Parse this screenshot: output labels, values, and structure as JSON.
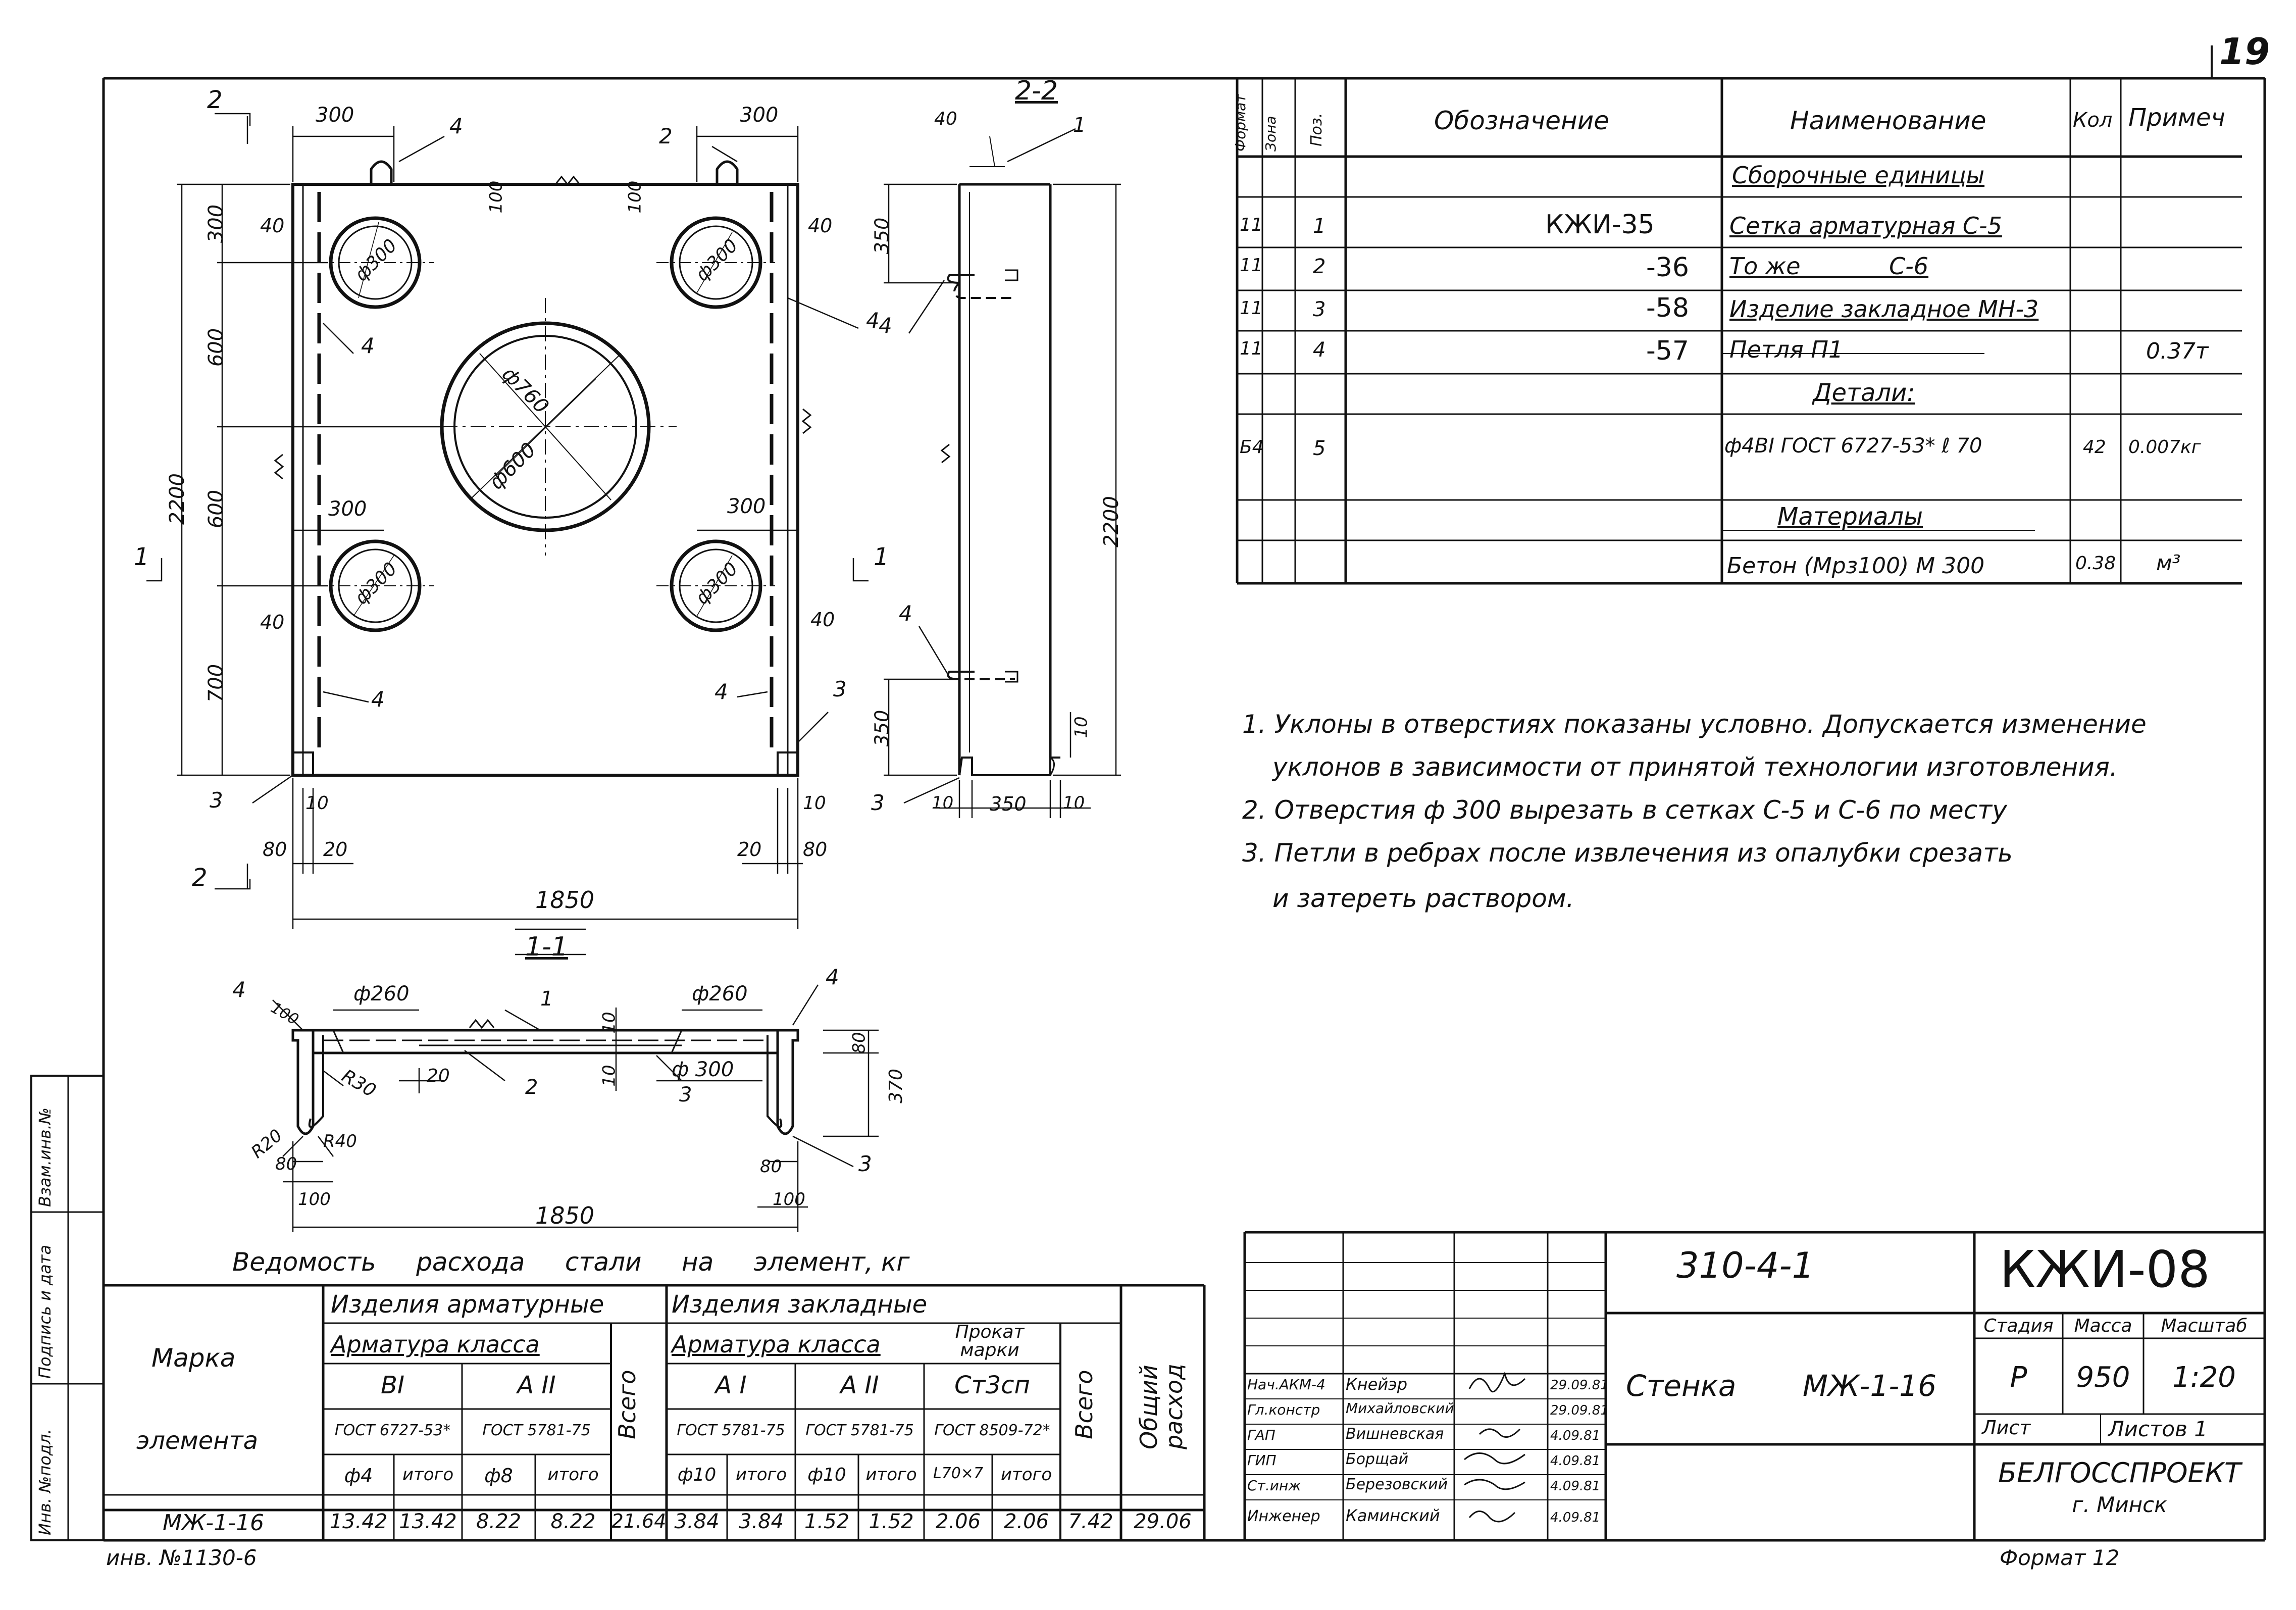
{
  "sheet": {
    "page_number": "19",
    "format": "Формат 12",
    "inv_number": "инв. №1130-6",
    "side_labels": [
      "Инв. №подл.",
      "Подпись и дата",
      "Взам.инв.№"
    ]
  },
  "drawing": {
    "section_labels": {
      "s11": "1-1",
      "s22": "2-2"
    },
    "cut_marks": {
      "c2": "2",
      "c1": "1"
    },
    "dims_main": {
      "d300a": "300",
      "d300b": "300",
      "d300c": "300",
      "d300d": "300",
      "d300e": "300",
      "d600a": "600",
      "d600b": "600",
      "d700": "700",
      "d2200": "2200",
      "d2200b": "2200",
      "d1850": "1850",
      "d1850b": "1850",
      "d40a": "40",
      "d40b": "40",
      "d40c": "40",
      "d40d": "40",
      "d100a": "100",
      "d100b": "100",
      "d10a": "10",
      "d10b": "10",
      "d10c": "10",
      "d10d": "10",
      "d80a": "80",
      "d80b": "80",
      "d20a": "20",
      "d20b": "20",
      "d350a": "350",
      "d350b": "350",
      "d350c": "350",
      "phi760": "ф760",
      "phi600": "ф600",
      "phi300": "ф300",
      "phi260a": "ф260",
      "phi260b": "ф260",
      "phi300s": "ф 300",
      "r30": "R30",
      "r20": "R20",
      "r40": "R40",
      "d80c": "80",
      "d80d": "80",
      "d370": "370",
      "d100c": "100",
      "d100d": "100",
      "d100e": "100",
      "d20c": "20",
      "d10e": "10",
      "d10f": "10"
    },
    "callouts": {
      "n1": "1",
      "n2": "2",
      "n3": "3",
      "n4": "4"
    }
  },
  "spec": {
    "headers": {
      "format": "Формат",
      "zone": "Зона",
      "pos": "Поз.",
      "designation": "Обозначение",
      "name": "Наименование",
      "qty": "Кол",
      "note": "Примеч"
    },
    "sections": {
      "assembly": "Сборочные  единицы",
      "details": "Детали:",
      "materials": "Материалы"
    },
    "rows": [
      {
        "fmt": "11",
        "pos": "1",
        "designation": "КЖИ-35",
        "name": "Сетка арматурная С-5",
        "qty": "",
        "note": ""
      },
      {
        "fmt": "11",
        "pos": "2",
        "designation": "-36",
        "name": "То же            С-6",
        "qty": "",
        "note": ""
      },
      {
        "fmt": "11",
        "pos": "3",
        "designation": "-58",
        "name": "Изделие закладное МН-3",
        "qty": "",
        "note": ""
      },
      {
        "fmt": "11",
        "pos": "4",
        "designation": "-57",
        "name": "Петля  П1",
        "qty": "",
        "note": "0.37т"
      },
      {
        "fmt": "Б4",
        "pos": "5",
        "designation": "",
        "name": "ф4ВI ГОСТ 6727-53*  ℓ 70",
        "qty": "42",
        "note": "0.007кг"
      },
      {
        "fmt": "",
        "pos": "",
        "designation": "",
        "name": "Бетон (Мрз100)   М 300",
        "qty": "0.38",
        "note": "м³"
      }
    ]
  },
  "notes": [
    "1. Уклоны в отверстиях показаны условно. Допускается изменение",
    "уклонов в зависимости от принятой технологии изготовления.",
    "2. Отверстия  ф 300  вырезать в сетках С-5 и С-6  по месту",
    "3. Петли в ребрах после извлечения из опалубки срезать",
    "и затереть  раствором."
  ],
  "steel": {
    "title": "Ведомость     расхода     стали     на     элемент, кг",
    "mark_head": "Марка",
    "mark_head2": "элемента",
    "rebar_products": "Изделия  арматурные",
    "embedded_products": "Изделия  закладные",
    "rebar_class": "Арматура  класса",
    "rebar_class2": "Арматура  класса",
    "rolled": "Прокат марки",
    "total": "Всего",
    "total2": "Всего",
    "overall": "Общий расход",
    "classes": {
      "b1": "ВI",
      "a2": "А II",
      "a1": "А I",
      "a2b": "А II",
      "st": "Ст3сп"
    },
    "gosts": {
      "g1": "ГОСТ 6727-53*",
      "g2": "ГОСТ 5781-75",
      "g3": "ГОСТ 5781-75",
      "g4": "ГОСТ 5781-75",
      "g5": "ГОСТ 8509-72*"
    },
    "subs": {
      "s1": "ф4",
      "s2": "итого",
      "s3": "ф8",
      "s4": "итого",
      "s5": "ф10",
      "s6": "итого",
      "s7": "ф10",
      "s8": "итого",
      "s9": "L70×7",
      "s10": "итого"
    },
    "row": {
      "mark": "МЖ-1-16",
      "v1": "13.42",
      "v2": "13.42",
      "v3": "8.22",
      "v4": "8.22",
      "v5": "21.64",
      "v6": "3.84",
      "v7": "3.84",
      "v8": "1.52",
      "v9": "1.52",
      "v10": "2.06",
      "v11": "2.06",
      "v12": "7.42",
      "v13": "29.06"
    }
  },
  "stamp": {
    "doc_code": "310-4-1",
    "mark": "КЖИ-08",
    "title_word": "Стенка",
    "title_mark": "МЖ-1-16",
    "stage_label": "Стадия",
    "mass_label": "Масса",
    "scale_label": "Масштаб",
    "stage": "Р",
    "mass": "950",
    "scale": "1:20",
    "sheet_label": "Лист",
    "sheets_label": "Листов 1",
    "org": "БЕЛГОССПРОЕКТ",
    "city": "г. Минск",
    "people": [
      {
        "role": "Нач.АКМ-4",
        "name": "Кнейэр",
        "date": "29.09.81"
      },
      {
        "role": "Гл.констр",
        "name": "Михайловский",
        "date": "29.09.81"
      },
      {
        "role": "ГАП",
        "name": "Вишневская",
        "date": "4.09.81"
      },
      {
        "role": "ГИП",
        "name": "Борщай",
        "date": "4.09.81"
      },
      {
        "role": "Ст.инж",
        "name": "Березовский",
        "date": "4.09.81"
      },
      {
        "role": "Инженер",
        "name": "Каминский",
        "date": "4.09.81"
      }
    ]
  }
}
